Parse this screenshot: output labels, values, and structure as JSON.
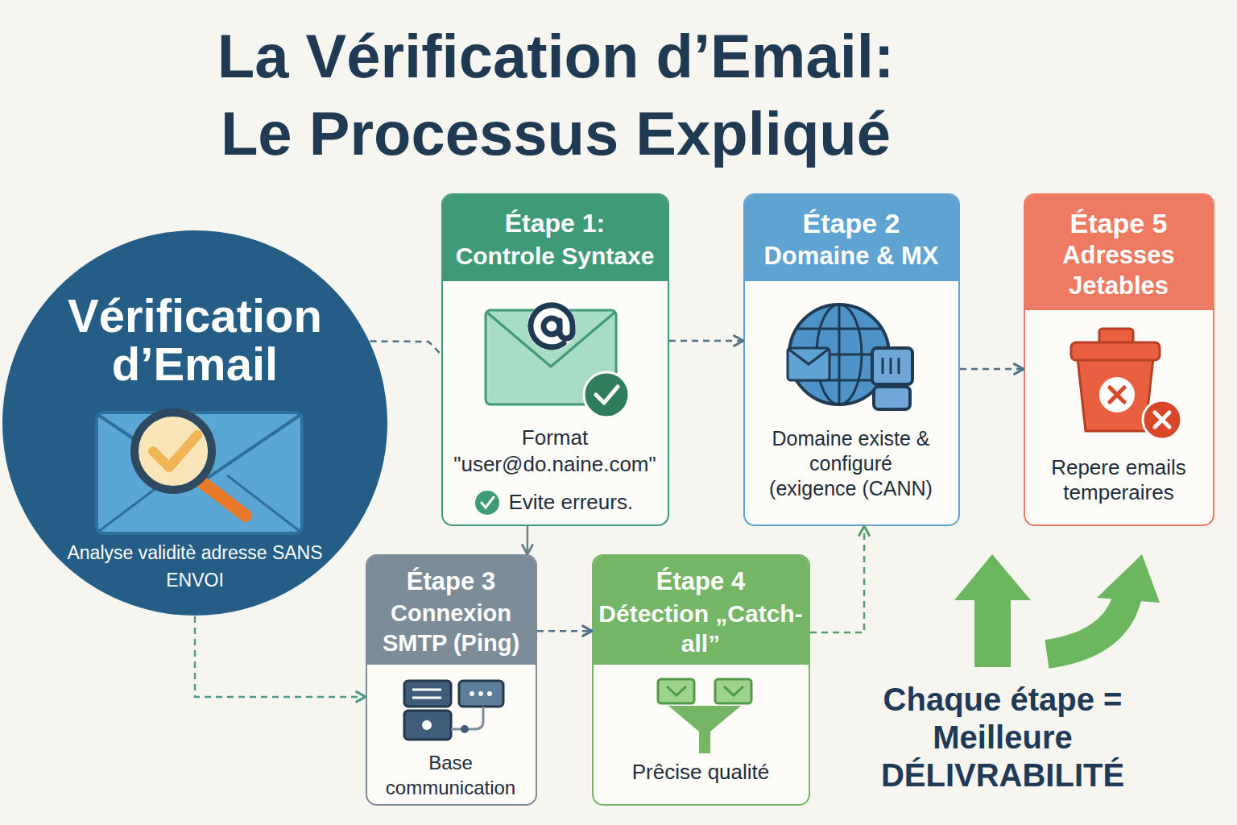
{
  "diagram": {
    "title": "La Vérification d’Email: Le Processus Expliqué",
    "nodes": [
      {
        "text": [
          "Vérification d’Email",
          "Analyse validitè adresse SANS ENVOI"
        ]
      },
      {
        "text": [
          "Étape 1:",
          "Controle Syntaxe",
          "Format \"user@do.naine.com\"",
          "Evite erreurs."
        ]
      },
      {
        "text": [
          "Étape 2",
          "Domaine & MX",
          "Domaine existe & configuré (exigence (CANN)"
        ]
      },
      {
        "text": [
          "Étape 5",
          "Adresses Jetables",
          "Repere emails temperaires"
        ]
      },
      {
        "text": [
          "Étape 3",
          "Connexion SMTP (Ping)",
          "Base communication"
        ]
      },
      {
        "text": [
          "Étape 4",
          "Détection „Catch-all”",
          "Prêcise qualité"
        ]
      }
    ],
    "edges": [
      {
        "from": 0,
        "to": 1,
        "arrow": "none"
      },
      {
        "from": 1,
        "to": 2,
        "arrow": "to"
      },
      {
        "from": 2,
        "to": 3,
        "arrow": "to"
      },
      {
        "from": 1,
        "to": 4,
        "arrow": "to"
      },
      {
        "from": 0,
        "to": 4,
        "arrow": "to"
      },
      {
        "from": 4,
        "to": 5,
        "arrow": "to"
      },
      {
        "from": 5,
        "to": 2,
        "arrow": "to"
      }
    ],
    "labels": [
      "Chaque étape = Meilleure DÉLIVRABILITÉ"
    ]
  }
}
